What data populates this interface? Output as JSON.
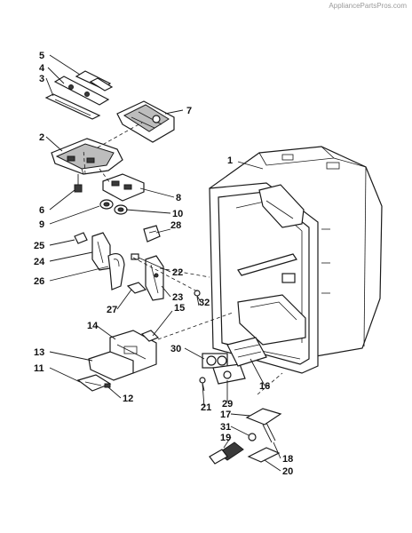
{
  "watermark": "AppliancePartsPros.com",
  "callouts": [
    "1",
    "2",
    "3",
    "4",
    "5",
    "6",
    "7",
    "8",
    "9",
    "10",
    "11",
    "12",
    "13",
    "14",
    "15",
    "16",
    "17",
    "18",
    "19",
    "20",
    "21",
    "22",
    "23",
    "24",
    "25",
    "26",
    "27",
    "28",
    "29",
    "30",
    "31",
    "32"
  ],
  "colors": {
    "line": "#1a1a1a",
    "background": "#ffffff",
    "watermark": "#9a9a9a"
  }
}
